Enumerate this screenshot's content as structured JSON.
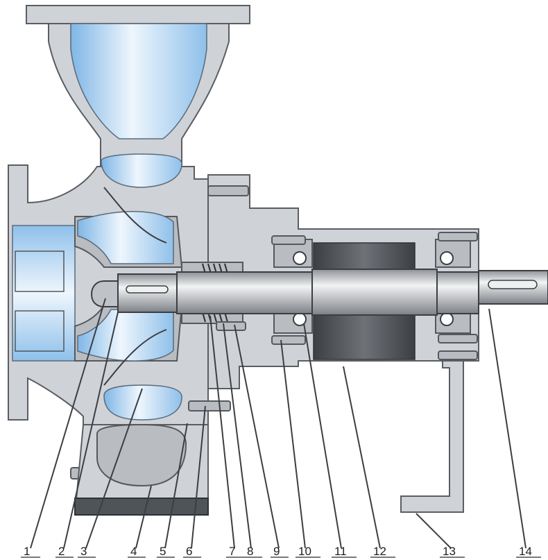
{
  "labels": [
    "1",
    "2",
    "3",
    "4",
    "5",
    "6",
    "7",
    "8",
    "9",
    "10",
    "11",
    "12",
    "13",
    "14"
  ],
  "colors": {
    "fluid_light": "#eef6fd",
    "fluid_mid": "#bcdcf4",
    "fluid_dark": "#7fb6e6",
    "metal": "#cfd2d6",
    "metal_dark": "#b9bcc1",
    "bearing_core": "#4a4d52",
    "base_plate": "#4f5458"
  }
}
